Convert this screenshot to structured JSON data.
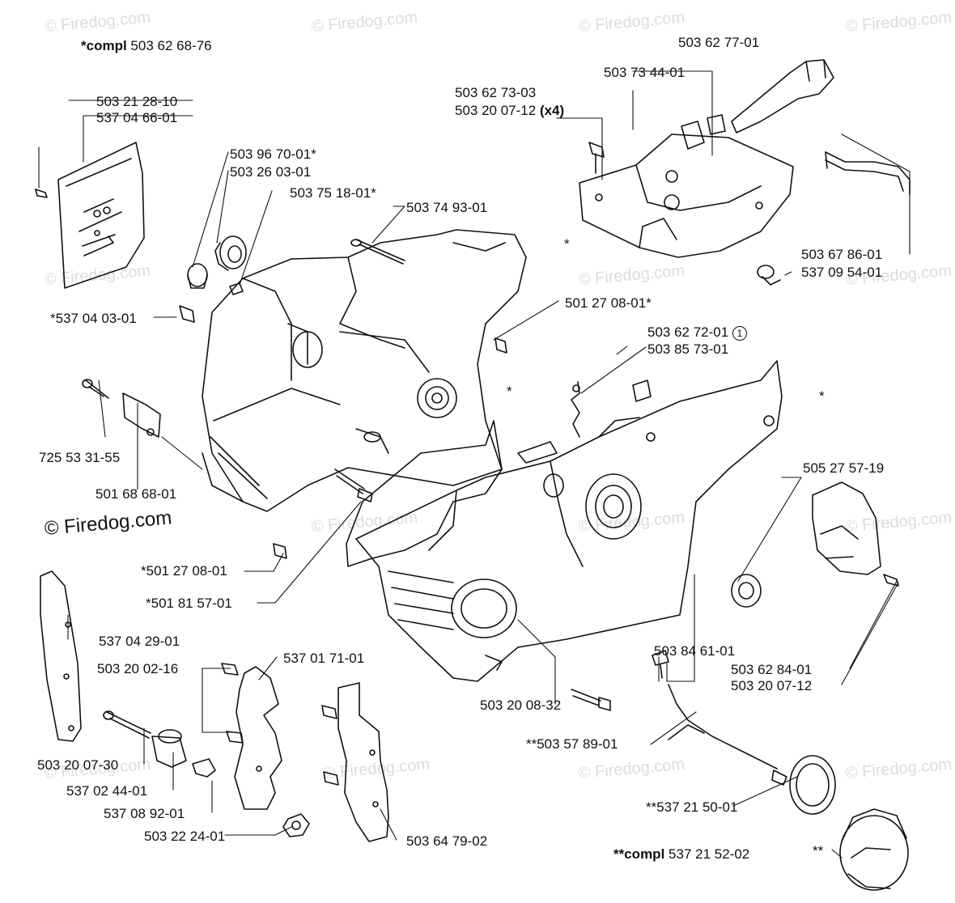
{
  "watermark": "© Firedog.com",
  "watermark_strong": "© Firedog.com",
  "labels": {
    "compl_top": "*compl 503 62 68-76",
    "p_503_21_28_10": "503 21 28-10",
    "p_537_04_66_01": "537 04 66-01",
    "p_503_96_70_01": "503 96 70-01*",
    "p_503_26_03_01": "503 26 03-01",
    "p_503_75_18_01": "503 75 18-01*",
    "p_503_74_93_01": "503 74 93-01",
    "p_537_04_03_01": "*537 04 03-01",
    "p_501_27_08_01_star": "501 27 08-01*",
    "p_725_53_31_55": "725 53 31-55",
    "p_501_68_68_01": "501 68 68-01",
    "p_501_27_08_01_lead": "*501 27 08-01",
    "p_501_81_57_01": "*501 81 57-01",
    "p_503_62_77_01": "503 62 77-01",
    "p_503_73_44_01": "503 73 44-01",
    "p_503_62_73_03": "503 62 73-03",
    "p_503_20_07_12_x4_num": "503 20 07-12",
    "p_503_20_07_12_x4_qty": "(x4)",
    "p_503_67_86_01": "503 67 86-01",
    "p_537_09_54_01": "537 09 54-01",
    "p_503_62_72_01": "503 62 72-01",
    "p_503_62_72_01_mark": "1",
    "p_503_85_73_01": "503 85 73-01",
    "star_a": "*",
    "star_b": "*",
    "star_c": "*",
    "p_505_27_57_19": "505 27 57-19",
    "p_503_84_61_01": "503 84 61-01",
    "p_503_62_84_01": "503 62 84-01",
    "p_503_20_07_12": "503 20 07-12",
    "p_503_20_08_32": "503 20 08-32",
    "p_503_57_89_01": "**503 57 89-01",
    "p_537_21_50_01": "**537 21 50-01",
    "compl_bottom_prefix": "**compl",
    "compl_bottom_num": "537 21 52-02",
    "star_d": "**",
    "p_537_04_29_01": "537 04 29-01",
    "p_503_20_02_16": "503 20 02-16",
    "p_537_01_71_01": "537 01 71-01",
    "p_503_20_07_30": "503 20 07-30",
    "p_537_02_44_01": "537 02 44-01",
    "p_537_08_92_01": "537 08 92-01",
    "p_503_22_24_01": "503 22 24-01",
    "p_503_64_79_02": "503 64 79-02"
  }
}
